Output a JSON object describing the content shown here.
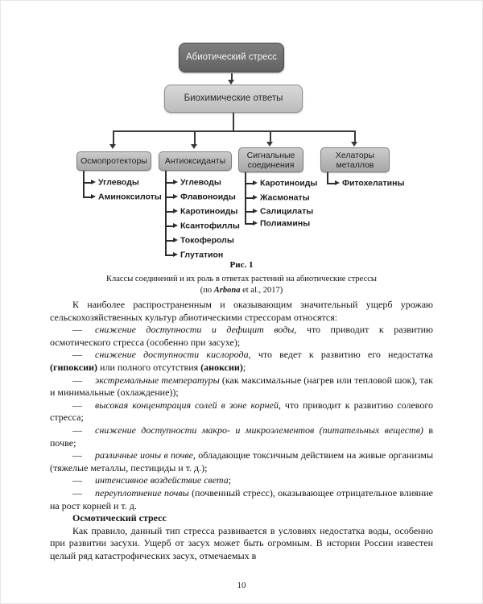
{
  "page": {
    "number": "10"
  },
  "colors": {
    "root_box_bg": "#6b6b6b",
    "level2_box_bg": "#c9c9c9",
    "category_box_bg": "#b5b5b5",
    "connector": "#3a3a3a",
    "text": "#141414"
  },
  "diagram": {
    "root": "Абиотический стресс",
    "level2": "Биохимические ответы",
    "columns": [
      {
        "title": "Осмопротекторы",
        "items": [
          "Углеводы",
          "Аминоксилоты"
        ]
      },
      {
        "title": "Антиоксиданты",
        "items": [
          "Углеводы",
          "Флавоноиды",
          "Каротиноиды",
          "Ксантофиллы",
          "Токоферолы",
          "Глутатион"
        ]
      },
      {
        "title": "Сигнальные соединения",
        "items": [
          "Каротиноиды",
          "Жасмонаты",
          "Салицилаты",
          "Полиамины"
        ]
      },
      {
        "title": "Хелаторы металлов",
        "items": [
          "Фитохелатины"
        ]
      }
    ]
  },
  "figure": {
    "label": "Рис. 1",
    "caption_line1": "Классы соединений и их роль в ответах растений на абиотические стрессы",
    "caption_prefix": "(по ",
    "caption_author": "Arbona",
    "caption_suffix": " et al., 2017)"
  },
  "body": {
    "intro": "К наиболее распространенным и оказывающим значительный ущерб урожаю сельскохозяйственных культур абиотическими стрессорам относятся:",
    "bullets": [
      {
        "dash": "—",
        "runs": [
          {
            "text": "снижение доступности и дефицит воды"
          },
          {
            "text": ", что приводит к развитию осмотического стресса (особенно при засухе);"
          }
        ]
      },
      {
        "dash": "—",
        "runs": [
          {
            "text": "снижение доступности кислорода"
          },
          {
            "text": ", что ведет к развитию его недостатка "
          },
          {
            "text": "(гипоксии)"
          },
          {
            "text": " или полного отсутствия "
          },
          {
            "text": "(аноксии)"
          },
          {
            "text": ";"
          }
        ]
      },
      {
        "dash": "—",
        "runs": [
          {
            "text": "экстремальные температуры"
          },
          {
            "text": " (как максимальные (нагрев или тепловой шок), так и минимальные (охлаждение));"
          }
        ]
      },
      {
        "dash": "—",
        "runs": [
          {
            "text": "высокая концентрация солей в зоне корней"
          },
          {
            "text": ", что приводит к развитию солевого стресса;"
          }
        ]
      },
      {
        "dash": "—",
        "runs": [
          {
            "text": "снижение доступности макро- и микроэлементов (питательных веществ)"
          },
          {
            "text": " в почве;"
          }
        ]
      },
      {
        "dash": "—",
        "runs": [
          {
            "text": "различные ионы в почве"
          },
          {
            "text": ", обладающие токсичным действием на живые организмы (тяжелые металлы, пестициды и т. д.);"
          }
        ]
      },
      {
        "dash": "—",
        "runs": [
          {
            "text": "интенсивное воздействие света"
          },
          {
            "text": ";"
          }
        ]
      },
      {
        "dash": "—",
        "runs": [
          {
            "text": "переуплотнение почвы"
          },
          {
            "text": " (почвенный стресс), оказывающее отрицательное влияние на рост корней и т. д."
          }
        ]
      }
    ],
    "heading": "Осмотический стресс",
    "paragraph2": "Как правило, данный тип стресса развивается в условиях недостатка воды, особенно при развитии засухи. Ущерб от засух может быть огромным. В истории России известен целый ряд катастрофических засух, отмечаемых в"
  }
}
